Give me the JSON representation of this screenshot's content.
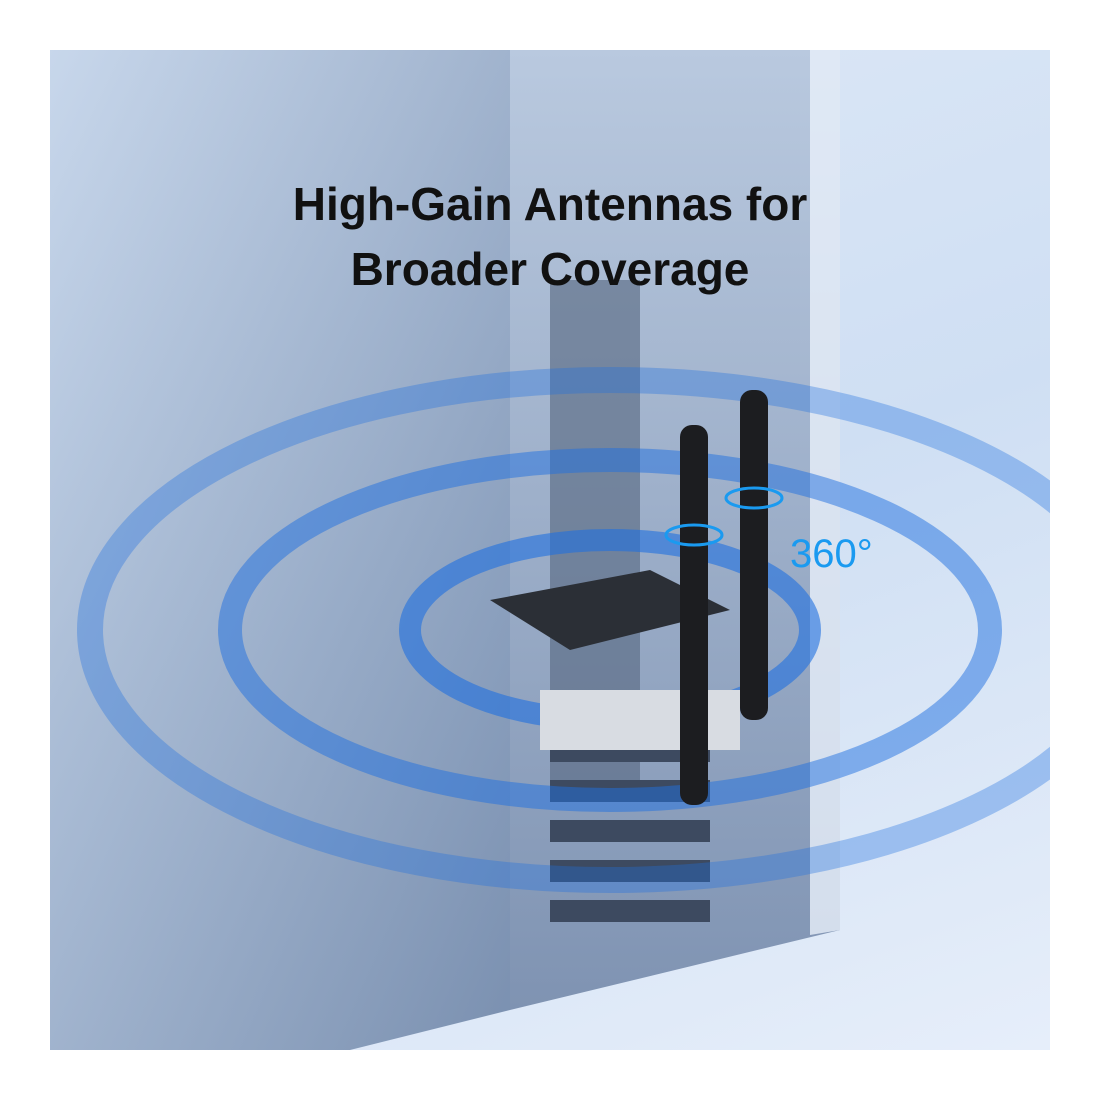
{
  "headline": {
    "line1": "High-Gain Antennas for",
    "line2": "Broader Coverage"
  },
  "rotation_label": "360°",
  "colors": {
    "accent": "#1a9af0",
    "wave": "#1f6fe0",
    "case": "#8fa2bd"
  }
}
